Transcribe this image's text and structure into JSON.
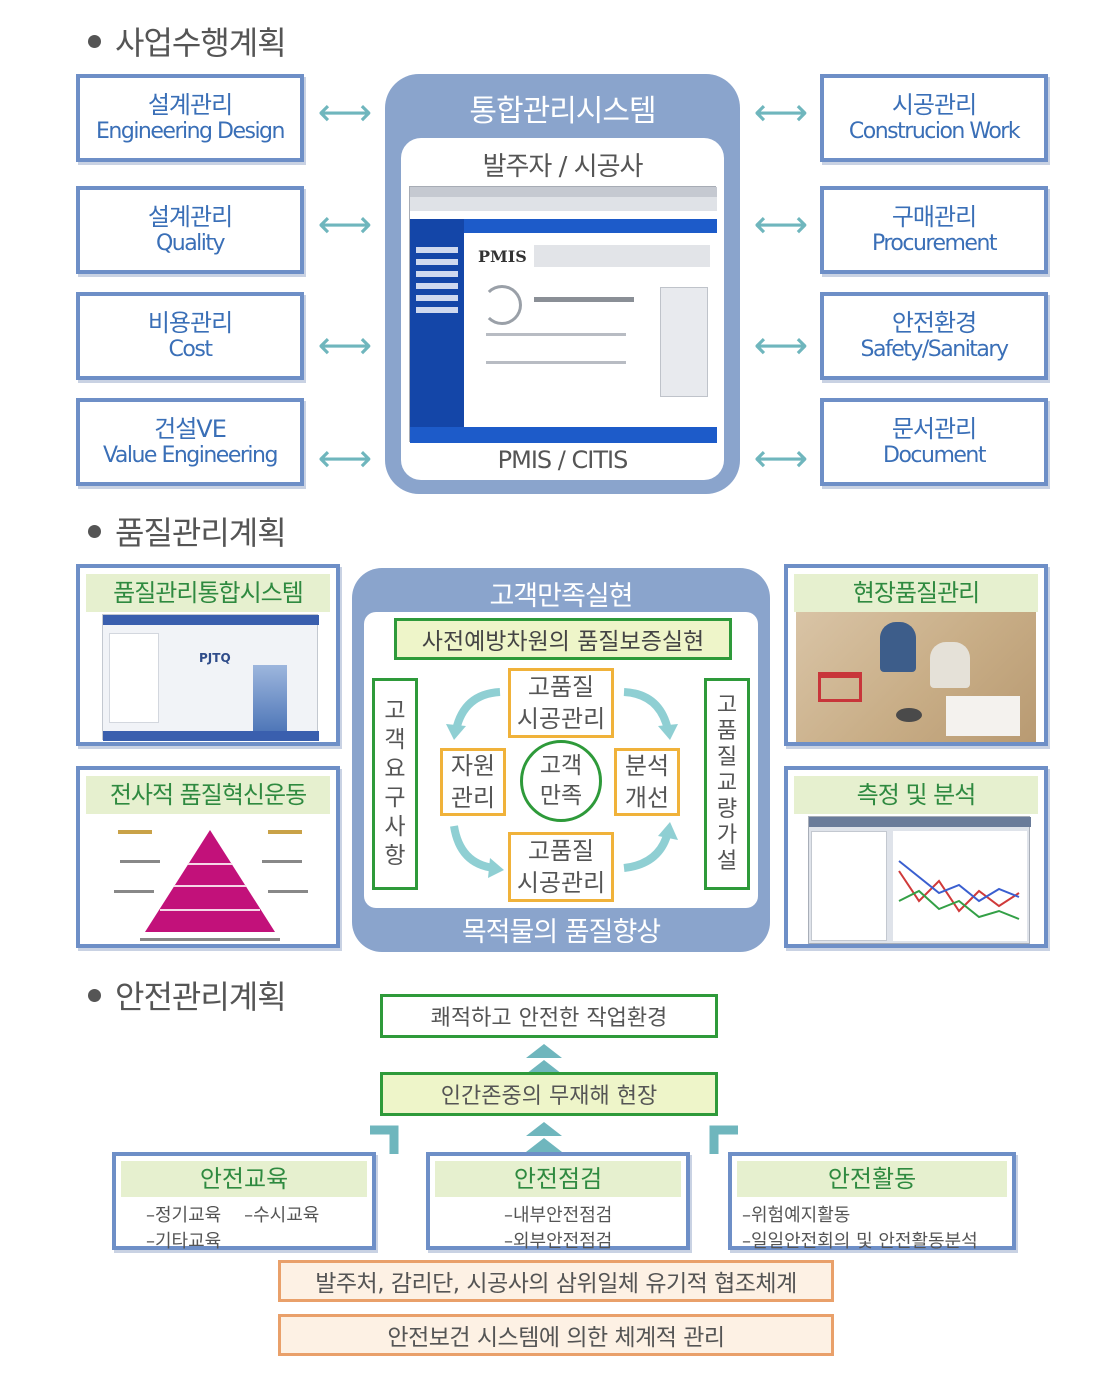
{
  "sections": {
    "plan": "사업수행계획",
    "quality": "품질관리계획",
    "safety": "안전관리계획"
  },
  "left_modules": [
    {
      "ko": "설계관리",
      "en": "Engineering Design"
    },
    {
      "ko": "설계관리",
      "en": "Quality"
    },
    {
      "ko": "비용관리",
      "en": "Cost"
    },
    {
      "ko": "건설VE",
      "en": "Value Engineering"
    }
  ],
  "right_modules": [
    {
      "ko": "시공관리",
      "en": "Construcion Work"
    },
    {
      "ko": "구매관리",
      "en": "Procurement"
    },
    {
      "ko": "안전환경",
      "en": "Safety/Sanitary"
    },
    {
      "ko": "문서관리",
      "en": "Document"
    }
  ],
  "arrow_symbol": "⟷",
  "center_system": {
    "title": "통합관리시스템",
    "subtitle": "발주자 / 시공사",
    "screenshot_logo": "PMIS",
    "footer": "PMIS / CITIS"
  },
  "quality": {
    "left_top": {
      "title": "품질관리통합시스템",
      "logo": "PJTQ"
    },
    "left_bottom": {
      "title": "전사적 품질혁신운동"
    },
    "right_top": {
      "title": "현장품질관리"
    },
    "right_bottom": {
      "title": "측정 및 분석"
    },
    "center": {
      "title": "고객만족실현",
      "banner": "사전예방차원의 품질보증실현",
      "left_vertical": [
        "고",
        "객",
        "요",
        "구",
        "사",
        "항"
      ],
      "right_vertical": [
        "고",
        "품",
        "질",
        "교",
        "량",
        "가",
        "설"
      ],
      "top_box": [
        "고품질",
        "시공관리"
      ],
      "bottom_box": [
        "고품질",
        "시공관리"
      ],
      "left_box": [
        "자원",
        "관리"
      ],
      "right_box": [
        "분석",
        "개선"
      ],
      "core": [
        "고객",
        "만족"
      ],
      "footer": "목적물의 품질향상"
    }
  },
  "safety": {
    "top_goal": "쾌적하고 안전한 작업환경",
    "mid_goal": "인간존중의 무재해 현장",
    "cards": [
      {
        "title": "안전교육",
        "lines": [
          "–정기교육    –수시교육",
          "–기타교육"
        ]
      },
      {
        "title": "안전점검",
        "lines": [
          "–내부안전점검",
          "–외부안전점검"
        ]
      },
      {
        "title": "안전활동",
        "lines": [
          "–위험예지활동",
          "–일일안전회의 및 안전활동분석"
        ]
      }
    ],
    "base1": "발주처, 감리단, 시공사의 삼위일체 유기적 협조체계",
    "base2": "안전보건 시스템에 의한 체계적 관리"
  },
  "colors": {
    "accent_blue": "#6e8fc7",
    "panel_blue": "#8aa4cc",
    "green": "#2e9a3a",
    "orange": "#f0b23a",
    "teal_arrow": "#6fb6bd",
    "peach": "#e9a06a"
  }
}
